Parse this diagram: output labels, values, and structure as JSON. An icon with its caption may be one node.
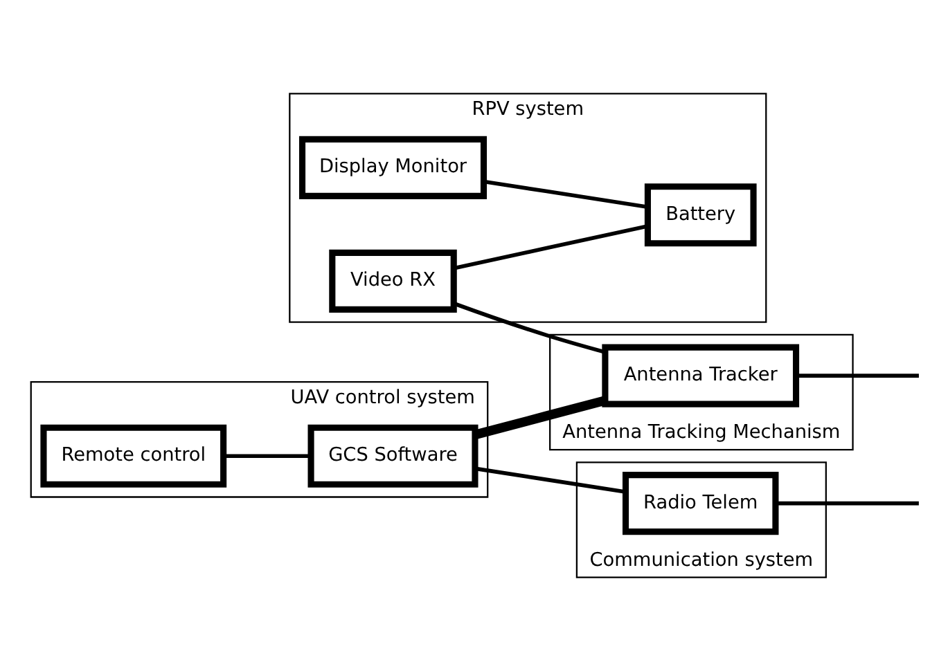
{
  "diagram": {
    "nodes": [
      {
        "text": [
          "RPV system"
        ]
      },
      {
        "text": [
          "Video RX"
        ],
        "in": 0
      },
      {
        "text": [
          "Display Monitor"
        ],
        "in": 0
      },
      {
        "text": [
          "Battery"
        ],
        "in": 0
      },
      {
        "text": [
          "UAV control system"
        ]
      },
      {
        "text": [
          "Remote control"
        ],
        "in": 4
      },
      {
        "text": [
          "GCS Software"
        ],
        "in": 4
      },
      {
        "text": [
          "Communication system"
        ]
      },
      {
        "text": [
          "Radio Telem"
        ],
        "in": 7
      },
      {
        "text": [
          "Antenna Tracking Mechanism"
        ]
      },
      {
        "text": [
          "Antenna Tracker"
        ],
        "in": 9
      }
    ],
    "edges": [
      {
        "from": 1,
        "to": 3,
        "arrow": "none"
      },
      {
        "from": 2,
        "to": 3,
        "arrow": "none"
      },
      {
        "from": 5,
        "to": 6,
        "arrow": "none"
      },
      {
        "from": 6,
        "to": 8,
        "arrow": "none"
      },
      {
        "from": 8,
        "to": null,
        "arrow": "none"
      },
      {
        "from": 6,
        "to": 10,
        "arrow": "none",
        "style": "thick"
      },
      {
        "from": 1,
        "to": 10,
        "arrow": "none"
      },
      {
        "from": 10,
        "to": null,
        "arrow": "none"
      }
    ]
  }
}
